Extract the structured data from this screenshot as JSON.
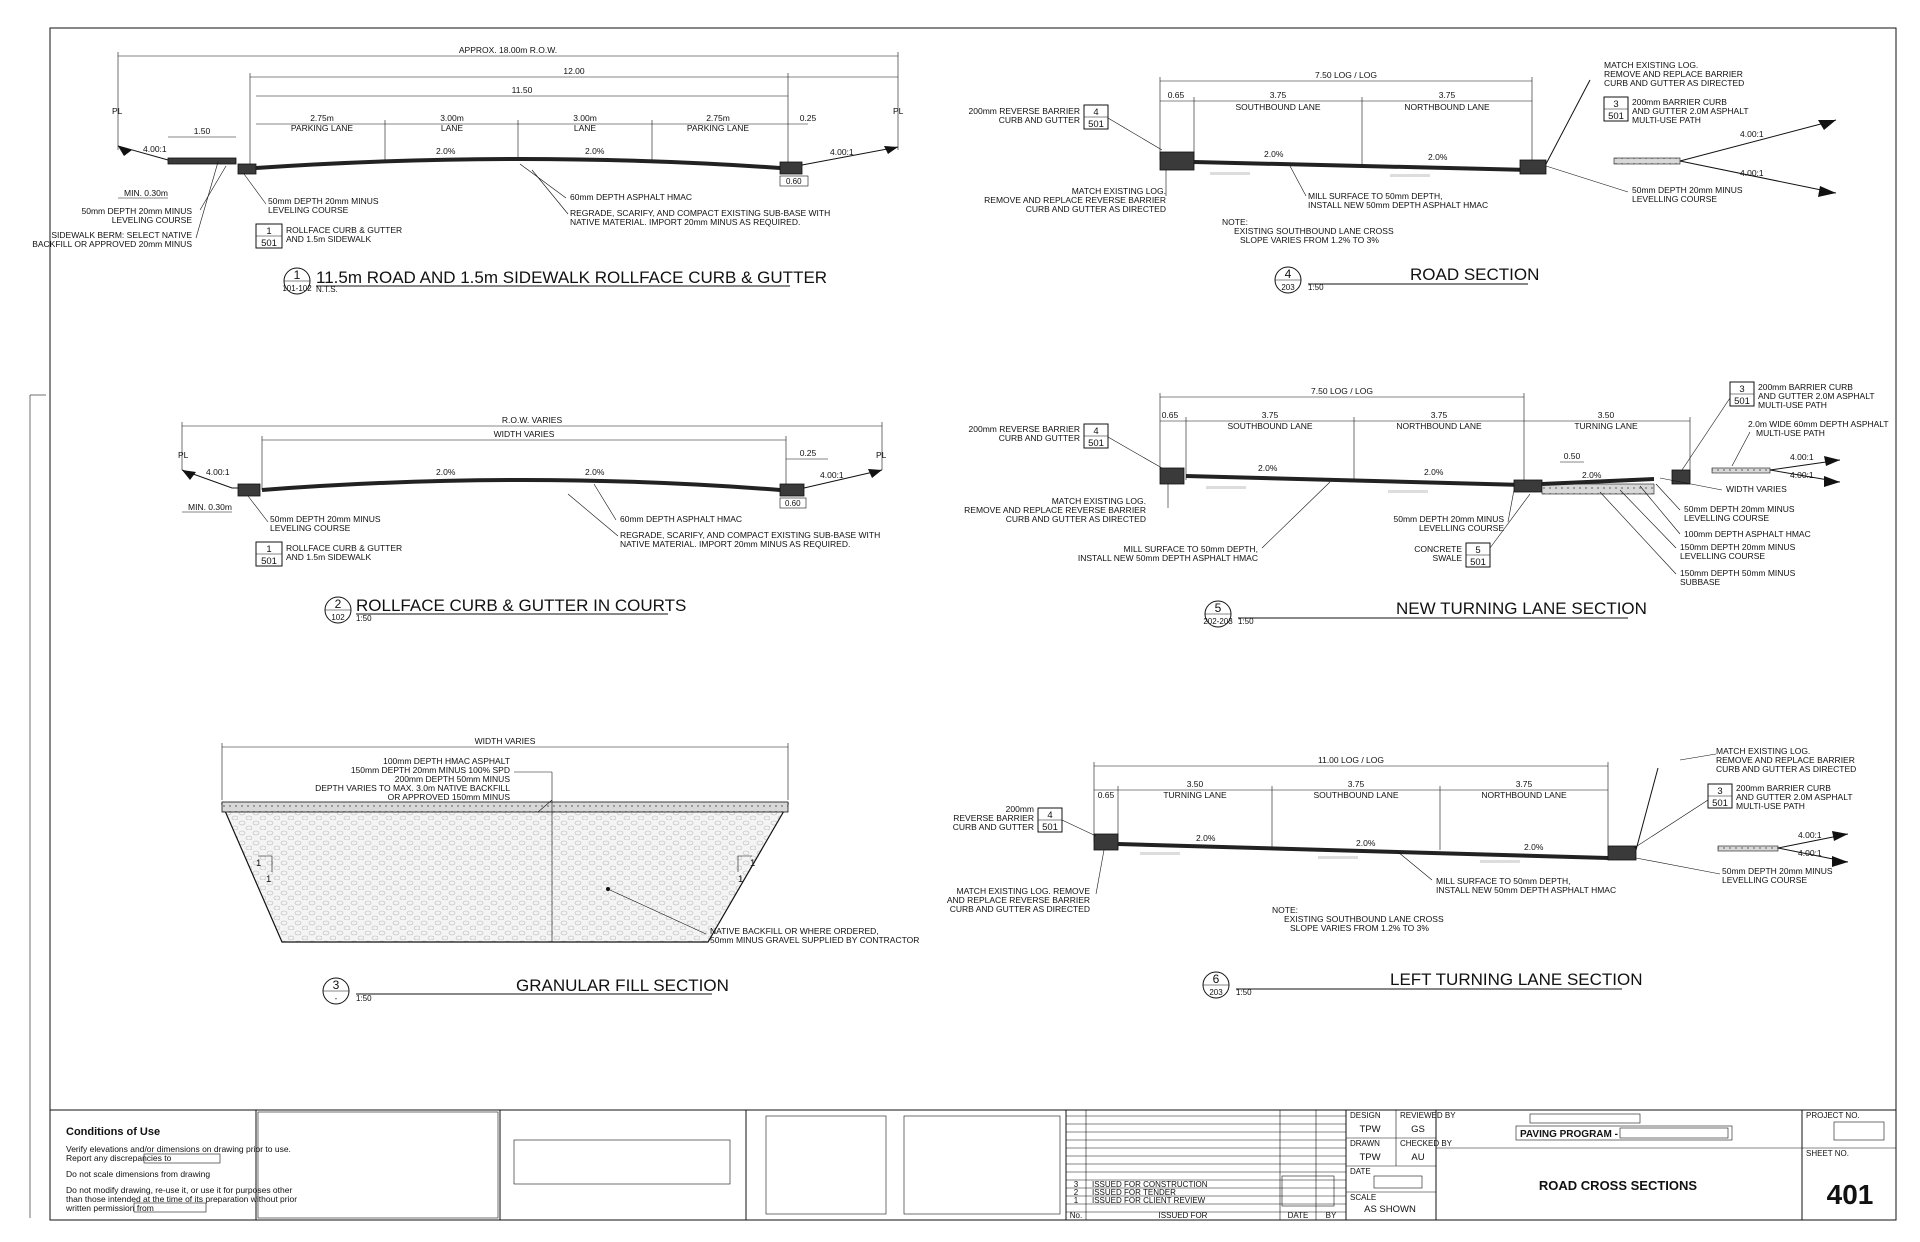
{
  "sheet": {
    "title": "ROAD CROSS SECTIONS",
    "project": "PAVING PROGRAM -",
    "sheet_no": "401",
    "project_no_label": "PROJECT NO.",
    "sheet_no_label": "SHEET NO.",
    "design_label": "DESIGN",
    "design": "TPW",
    "reviewed_label": "REVIEWED BY",
    "reviewed": "GS",
    "drawn_label": "DRAWN",
    "drawn": "TPW",
    "checked_label": "CHECKED BY",
    "checked": "AU",
    "date_label": "DATE",
    "scale_label": "SCALE",
    "scale": "AS SHOWN",
    "revisions": [
      {
        "no": "3",
        "text": "ISSUED FOR CONSTRUCTION"
      },
      {
        "no": "2",
        "text": "ISSUED FOR TENDER"
      },
      {
        "no": "1",
        "text": "ISSUED FOR CLIENT REVIEW"
      }
    ],
    "rev_headers": {
      "no": "No.",
      "issued": "ISSUED FOR",
      "date": "DATE",
      "by": "BY"
    },
    "conditions": {
      "title": "Conditions of Use",
      "line1": "Verify elevations and/or dimensions on drawing prior to use.",
      "line2": "Report any discrepancies to",
      "line3": "Do not scale dimensions from drawing",
      "line4": "Do not modify drawing, re-use it, or use it for purposes other",
      "line5": "than those intended at the time of its preparation without prior",
      "line6": "written permission from"
    }
  },
  "d1": {
    "num": "1",
    "ref": "101-102",
    "scale": "N.T.S.",
    "title": "11.5m ROAD AND 1.5m SIDEWALK ROLLFACE CURB & GUTTER",
    "row": "APPROX. 18.00m R.O.W.",
    "d12": "12.00",
    "d1150": "11.50",
    "d150": "1.50",
    "d025": "0.25",
    "lanes": [
      {
        "w": "2.75m",
        "name": "PARKING LANE"
      },
      {
        "w": "3.00m",
        "name": "LANE"
      },
      {
        "w": "3.00m",
        "name": "LANE"
      },
      {
        "w": "2.75m",
        "name": "PARKING LANE"
      }
    ],
    "pl": "PL",
    "slope_l": "4.00:1",
    "slope_r": "4.00:1",
    "pct": "2.0%",
    "min": "MIN. 0.30m",
    "w060": "0.60",
    "n1": "50mm DEPTH 20mm MINUS",
    "n1b": "LEVELING COURSE",
    "n2": "SIDEWALK BERM: SELECT NATIVE",
    "n2b": "BACKFILL OR APPROVED 20mm MINUS",
    "n3": "50mm DEPTH 20mm MINUS",
    "n3b": "LEVELING COURSE",
    "n4": "60mm DEPTH ASPHALT HMAC",
    "n5": "REGRADE, SCARIFY, AND COMPACT EXISTING SUB-BASE WITH",
    "n5b": "NATIVE MATERIAL. IMPORT 20mm MINUS AS REQUIRED.",
    "det_top": "1",
    "det_bot": "501",
    "det_t1": "ROLLFACE CURB & GUTTER",
    "det_t2": "AND 1.5m SIDEWALK"
  },
  "d2": {
    "num": "2",
    "ref": "102",
    "scale": "1:50",
    "title": "ROLLFACE CURB & GUTTER IN COURTS",
    "row": "R.O.W. VARIES",
    "width": "WIDTH VARIES",
    "d025": "0.25",
    "pl": "PL",
    "slope_l": "4.00:1",
    "slope_r": "4.00:1",
    "pct1": "2.0%",
    "pct2": "2.0%",
    "min": "MIN. 0.30m",
    "w060": "0.60",
    "n1": "50mm DEPTH 20mm MINUS",
    "n1b": "LEVELING COURSE",
    "n2": "60mm DEPTH ASPHALT HMAC",
    "n3": "REGRADE, SCARIFY, AND COMPACT EXISTING SUB-BASE WITH",
    "n3b": "NATIVE MATERIAL. IMPORT 20mm MINUS AS REQUIRED.",
    "det_top": "1",
    "det_bot": "501",
    "det_t1": "ROLLFACE CURB & GUTTER",
    "det_t2": "AND 1.5m SIDEWALK"
  },
  "d3": {
    "num": "3",
    "ref": "-",
    "scale": "1:50",
    "title": "GRANULAR FILL SECTION",
    "width": "WIDTH VARIES",
    "l1": "100mm DEPTH HMAC ASPHALT",
    "l2": "150mm DEPTH 20mm MINUS 100% SPD",
    "l3": "200mm DEPTH 50mm MINUS",
    "l4": "DEPTH VARIES TO MAX. 3.0m  NATIVE BACKFILL",
    "l5": "OR APPROVED 150mm MINUS",
    "n1": "NATIVE BACKFILL OR WHERE ORDERED,",
    "n1b": "50mm MINUS GRAVEL SUPPLIED BY CONTRACTOR",
    "one": "1"
  },
  "d4": {
    "num": "4",
    "ref": "203",
    "scale": "1:50",
    "title": "ROAD SECTION",
    "dim": "7.50 LOG / LOG",
    "d065": "0.65",
    "lanes": [
      {
        "w": "3.75",
        "name": "SOUTHBOUND LANE"
      },
      {
        "w": "3.75",
        "name": "NORTHBOUND LANE"
      }
    ],
    "pct": "2.0%",
    "slope1": "4.00:1",
    "slope2": "4.00:1",
    "a1": "200mm REVERSE BARRIER",
    "a1b": "CURB AND GUTTER",
    "a_top": "4",
    "a_bot": "501",
    "m1": "MATCH EXISTING LOG.",
    "m2": "REMOVE AND REPLACE BARRIER",
    "m3": "CURB AND GUTTER AS DIRECTED",
    "b_top": "3",
    "b_bot": "501",
    "b1": "200mm BARRIER CURB",
    "b2": "AND GUTTER 2.0M ASPHALT",
    "b3": "MULTI-USE PATH",
    "c1": "MATCH EXISTING LOG.",
    "c2": "REMOVE AND REPLACE REVERSE BARRIER",
    "c3": "CURB AND GUTTER AS DIRECTED",
    "mill1": "MILL SURFACE TO 50mm DEPTH,",
    "mill2": "INSTALL NEW 50mm DEPTH ASPHALT HMAC",
    "lev1": "50mm DEPTH 20mm MINUS",
    "lev2": "LEVELLING COURSE",
    "note": "NOTE:",
    "note1": "EXISTING SOUTHBOUND LANE CROSS",
    "note2": "SLOPE VARIES FROM 1.2% TO 3%"
  },
  "d5": {
    "num": "5",
    "ref": "202-203",
    "scale": "1:50",
    "title": "NEW TURNING LANE SECTION",
    "dim": "7.50 LOG / LOG",
    "d065": "0.65",
    "d050": "0.50",
    "lanes": [
      {
        "w": "3.75",
        "name": "SOUTHBOUND LANE"
      },
      {
        "w": "3.75",
        "name": "NORTHBOUND LANE"
      },
      {
        "w": "3.50",
        "name": "TURNING LANE"
      }
    ],
    "pct": "2.0%",
    "slope1": "4.00:1",
    "slope2": "4.00:1",
    "a1": "200mm REVERSE BARRIER",
    "a1b": "CURB AND GUTTER",
    "a_top": "4",
    "a_bot": "501",
    "b_top": "3",
    "b_bot": "501",
    "b1": "200mm BARRIER CURB",
    "b2": "AND GUTTER 2.0M ASPHALT",
    "b3": "MULTI-USE PATH",
    "p1": "2.0m WIDE 60mm DEPTH ASPHALT",
    "p2": "MULTI-USE PATH",
    "wv": "WIDTH VARIES",
    "c1": "MATCH EXISTING LOG.",
    "c2": "REMOVE AND REPLACE REVERSE BARRIER",
    "c3": "CURB AND GUTTER AS DIRECTED",
    "mill1": "MILL SURFACE TO 50mm DEPTH,",
    "mill2": "INSTALL NEW 50mm DEPTH ASPHALT HMAC",
    "lev1": "50mm DEPTH 20mm MINUS",
    "lev2": "LEVELLING COURSE",
    "sw1": "CONCRETE",
    "sw2": "SWALE",
    "s_top": "5",
    "s_bot": "501",
    "r1": "50mm DEPTH 20mm MINUS",
    "r1b": "LEVELLING COURSE",
    "r2": "100mm DEPTH ASPHALT HMAC",
    "r3": "150mm DEPTH 20mm MINUS",
    "r3b": "LEVELLING COURSE",
    "r4": "150mm DEPTH 50mm MINUS",
    "r4b": "SUBBASE"
  },
  "d6": {
    "num": "6",
    "ref": "203",
    "scale": "1:50",
    "title": "LEFT TURNING LANE SECTION",
    "dim": "11.00 LOG / LOG",
    "d065": "0.65",
    "lanes": [
      {
        "w": "3.50",
        "name": "TURNING LANE"
      },
      {
        "w": "3.75",
        "name": "SOUTHBOUND LANE"
      },
      {
        "w": "3.75",
        "name": "NORTHBOUND LANE"
      }
    ],
    "pct": "2.0%",
    "slope1": "4.00:1",
    "slope2": "4.00:1",
    "a0": "200mm",
    "a1": "REVERSE BARRIER",
    "a1b": "CURB AND GUTTER",
    "a_top": "4",
    "a_bot": "501",
    "m1": "MATCH EXISTING LOG.",
    "m2": "REMOVE AND REPLACE BARRIER",
    "m3": "CURB AND GUTTER AS DIRECTED",
    "b_top": "3",
    "b_bot": "501",
    "b1": "200mm BARRIER CURB",
    "b2": "AND GUTTER 2.0M ASPHALT",
    "b3": "MULTI-USE PATH",
    "c1": "MATCH EXISTING LOG. REMOVE",
    "c2": "AND REPLACE REVERSE BARRIER",
    "c3": "CURB AND GUTTER AS DIRECTED",
    "mill1": "MILL SURFACE TO 50mm DEPTH,",
    "mill2": "INSTALL NEW 50mm DEPTH ASPHALT HMAC",
    "lev1": "50mm DEPTH 20mm MINUS",
    "lev2": "LEVELLING COURSE",
    "note": "NOTE:",
    "note1": "EXISTING SOUTHBOUND LANE CROSS",
    "note2": "SLOPE VARIES FROM 1.2% TO 3%"
  }
}
